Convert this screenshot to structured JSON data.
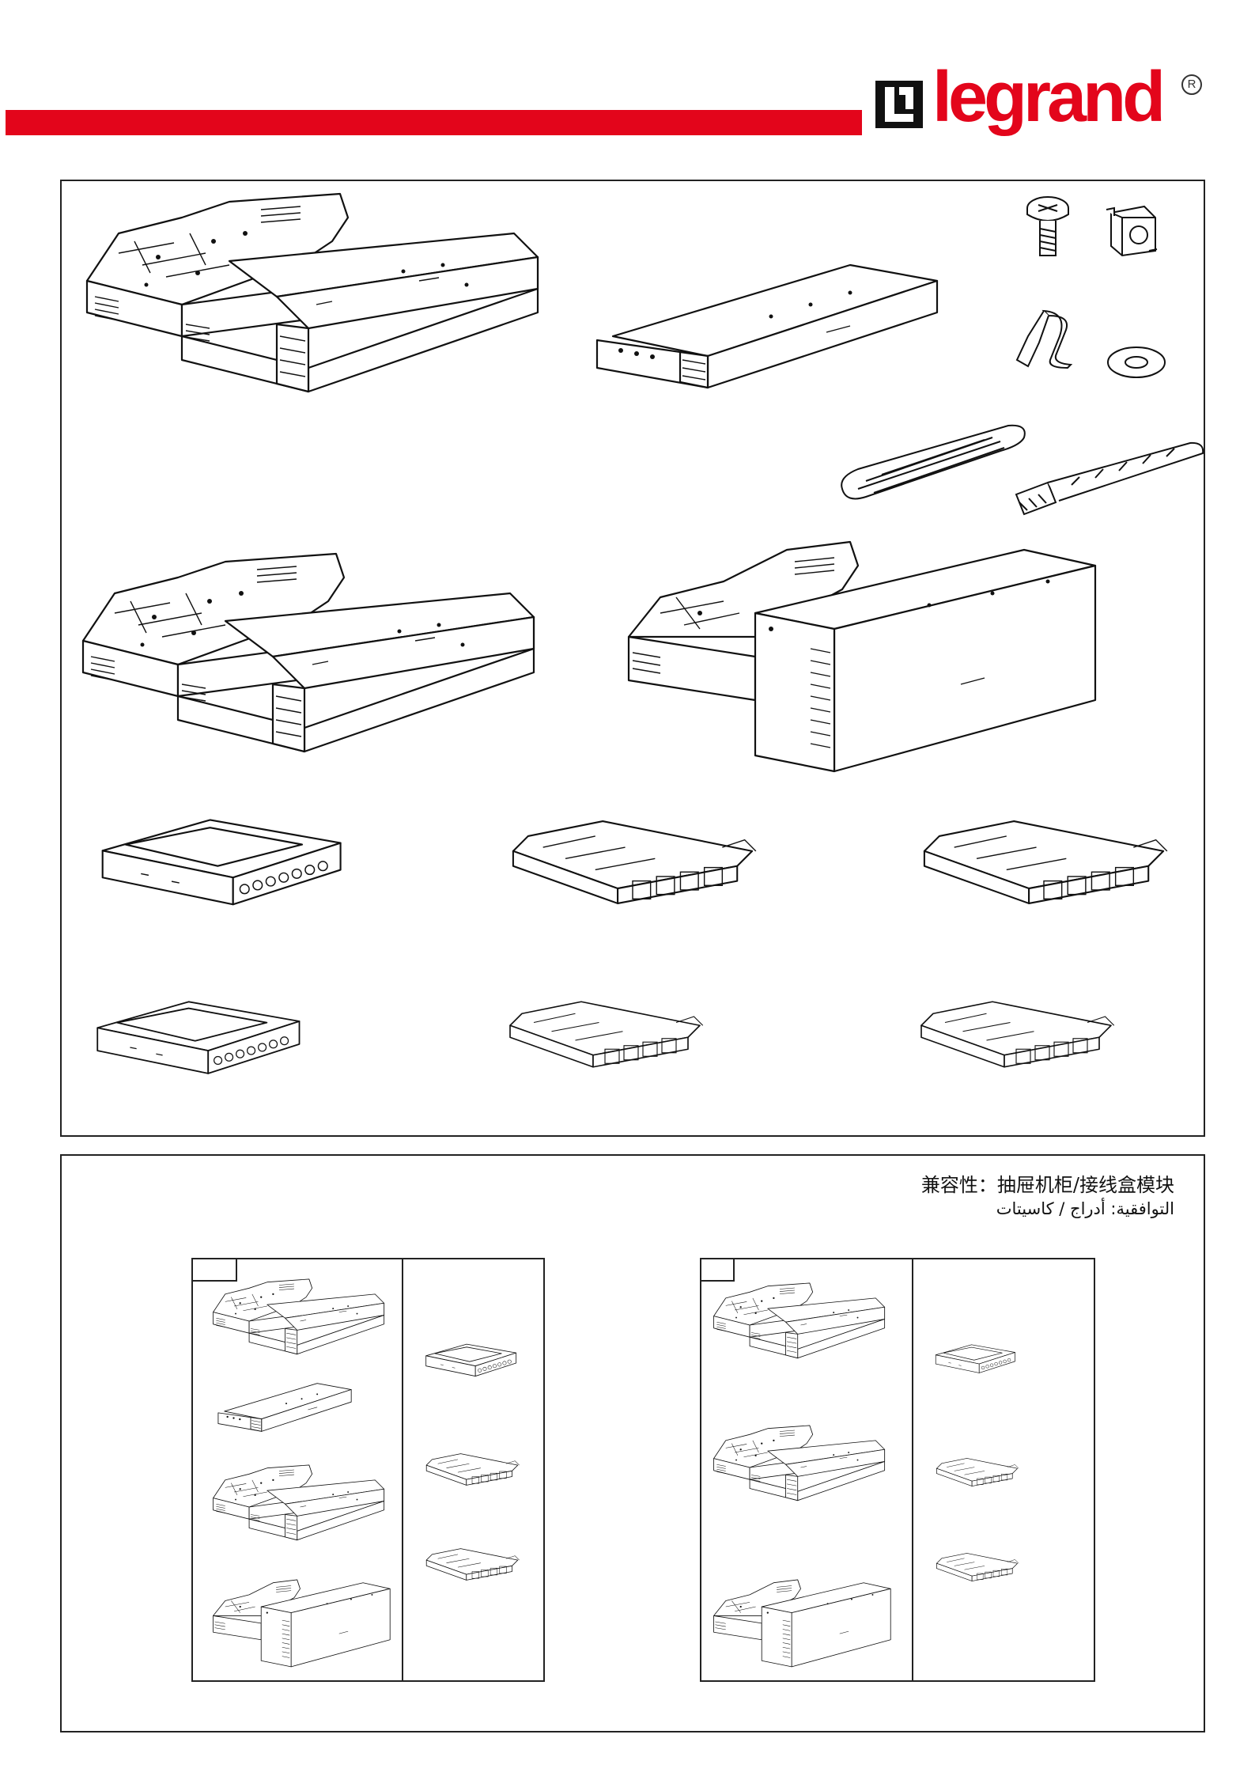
{
  "brand": {
    "logo_text": "legrand",
    "registered_mark": "R",
    "accent_color": "#e3051b"
  },
  "top_panel": {
    "items": [
      {
        "name": "Drawer chassis 1U with tray"
      },
      {
        "name": "Drawer chassis 1U"
      },
      {
        "name": "Screw"
      },
      {
        "name": "Cage nut"
      },
      {
        "name": "Clip"
      },
      {
        "name": "Washer"
      },
      {
        "name": "Velcro strap"
      },
      {
        "name": "Cable tie"
      },
      {
        "name": "Drawer chassis 2U with tray"
      },
      {
        "name": "Drawer chassis 4U with tray"
      },
      {
        "name": "Cassette module"
      },
      {
        "name": "Splice tray module"
      },
      {
        "name": "Cassette with tray"
      },
      {
        "name": "Cassette module small"
      },
      {
        "name": "Splice tray module small"
      },
      {
        "name": "Cassette with tray small"
      }
    ]
  },
  "compatibility": {
    "zh": "兼容性：抽屉机柜/接线盒模块",
    "ar": "التوافقية: أدراج / كاسيتات",
    "tables": [
      {
        "chassis_count": 4,
        "module_count": 3
      },
      {
        "chassis_count": 3,
        "module_count": 3
      }
    ]
  }
}
